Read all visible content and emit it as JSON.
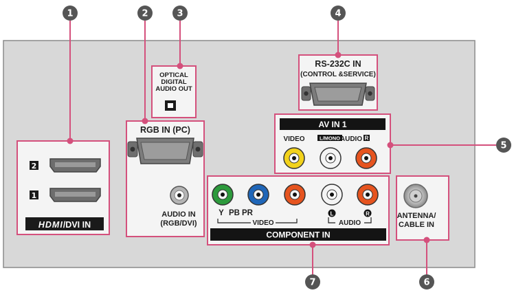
{
  "callouts": [
    "1",
    "2",
    "3",
    "4",
    "5",
    "6",
    "7"
  ],
  "hdmi": {
    "slot_2": "2",
    "slot_1": "1",
    "label_logo": "HDMI",
    "label_suffix": "/DVI IN"
  },
  "rgb": {
    "title": "RGB IN (PC)",
    "audio_label_1": "AUDIO IN",
    "audio_label_2": "(RGB/DVI)"
  },
  "optical": {
    "label_1": "OPTICAL",
    "label_2": "DIGITAL",
    "label_3": "AUDIO OUT"
  },
  "rs232c": {
    "title": "RS-232C IN",
    "subtitle": "(CONTROL &SERVICE)"
  },
  "av_in": {
    "title": "AV IN 1",
    "video_label": "VIDEO",
    "mono_tag": "L/MONO",
    "audio_label": "AUDIO",
    "right_tag": "R"
  },
  "component": {
    "title": "COMPONENT IN",
    "y": "Y",
    "pb": "PB",
    "pr": "PR",
    "video_label": "VIDEO",
    "audio_label": "AUDIO",
    "left_tag": "L",
    "right_tag": "R"
  },
  "antenna": {
    "label_1": "ANTENNA/",
    "label_2": "CABLE IN"
  },
  "colors": {
    "panel": "#d8d8d8",
    "outline": "#d4507c",
    "callout": "#555555",
    "yellow": "#f2d21b",
    "green": "#2c9a3c",
    "blue": "#1f66b8",
    "orange": "#e6541f",
    "white_jack": "#f4f4f4",
    "black_bar": "#141414"
  }
}
